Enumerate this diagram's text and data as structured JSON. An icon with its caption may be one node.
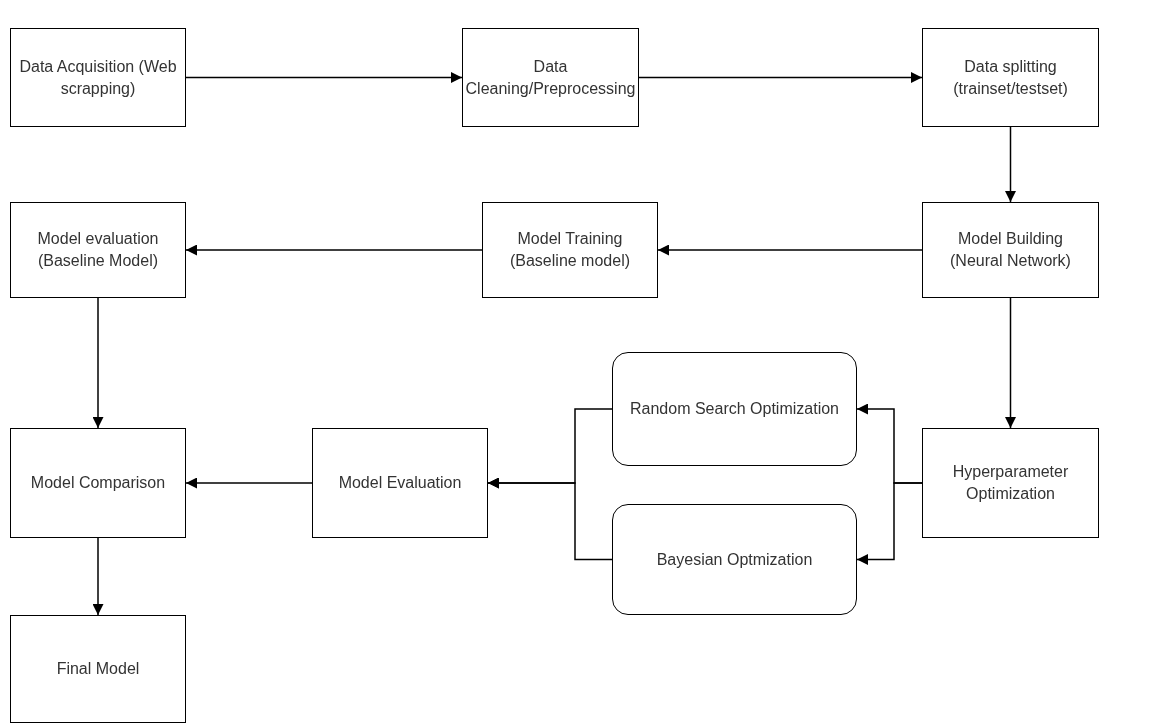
{
  "diagram": {
    "nodes": [
      {
        "text": [
          "Data Acquisition (Web scrapping)"
        ]
      },
      {
        "text": [
          "Data Cleaning/Preprocessing"
        ]
      },
      {
        "text": [
          "Data splitting (trainset/testset)"
        ]
      },
      {
        "text": [
          "Model Building (Neural Network)"
        ]
      },
      {
        "text": [
          "Model Training (Baseline model)"
        ]
      },
      {
        "text": [
          "Model evaluation (Baseline Model)"
        ]
      },
      {
        "text": [
          "Hyperparameter Optimization"
        ]
      },
      {
        "text": [
          "Random Search Optimization"
        ]
      },
      {
        "text": [
          "Bayesian Optmization"
        ]
      },
      {
        "text": [
          "Model Evaluation"
        ]
      },
      {
        "text": [
          "Model Comparison"
        ]
      },
      {
        "text": [
          "Final Model"
        ]
      }
    ],
    "edges": [
      {
        "from": 0,
        "to": 1,
        "arrow": "to"
      },
      {
        "from": 1,
        "to": 2,
        "arrow": "to"
      },
      {
        "from": 2,
        "to": 3,
        "arrow": "to"
      },
      {
        "from": 3,
        "to": 4,
        "arrow": "to"
      },
      {
        "from": 4,
        "to": 5,
        "arrow": "to"
      },
      {
        "from": 3,
        "to": 6,
        "arrow": "to"
      },
      {
        "from": 5,
        "to": 10,
        "arrow": "to"
      },
      {
        "from": 6,
        "to": 7,
        "arrow": "to"
      },
      {
        "from": 6,
        "to": 8,
        "arrow": "to"
      },
      {
        "from": 7,
        "to": 9,
        "arrow": "to"
      },
      {
        "from": 8,
        "to": 9,
        "arrow": "to"
      },
      {
        "from": 9,
        "to": 10,
        "arrow": "to"
      },
      {
        "from": 10,
        "to": 11,
        "arrow": "to"
      }
    ]
  }
}
